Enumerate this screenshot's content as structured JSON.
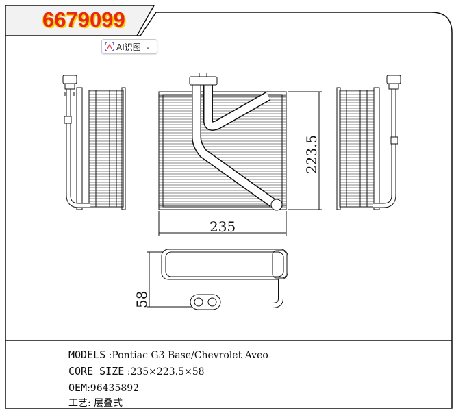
{
  "header": {
    "part_number": "6679099"
  },
  "ai_button": {
    "label": "AI识图",
    "icon": "ai-scan-icon"
  },
  "dimensions": {
    "width": "235",
    "height": "223.5",
    "depth": "58"
  },
  "specs": {
    "models_key": "MODELS",
    "models_value": ":Pontiac G3 Base/Chevrolet Aveo",
    "core_key": "CORE SIZE",
    "core_value": ":235×223.5×58",
    "oem_key": "OEM",
    "oem_value": ":96435892",
    "process_key": "工艺:",
    "process_value": "层叠式"
  }
}
